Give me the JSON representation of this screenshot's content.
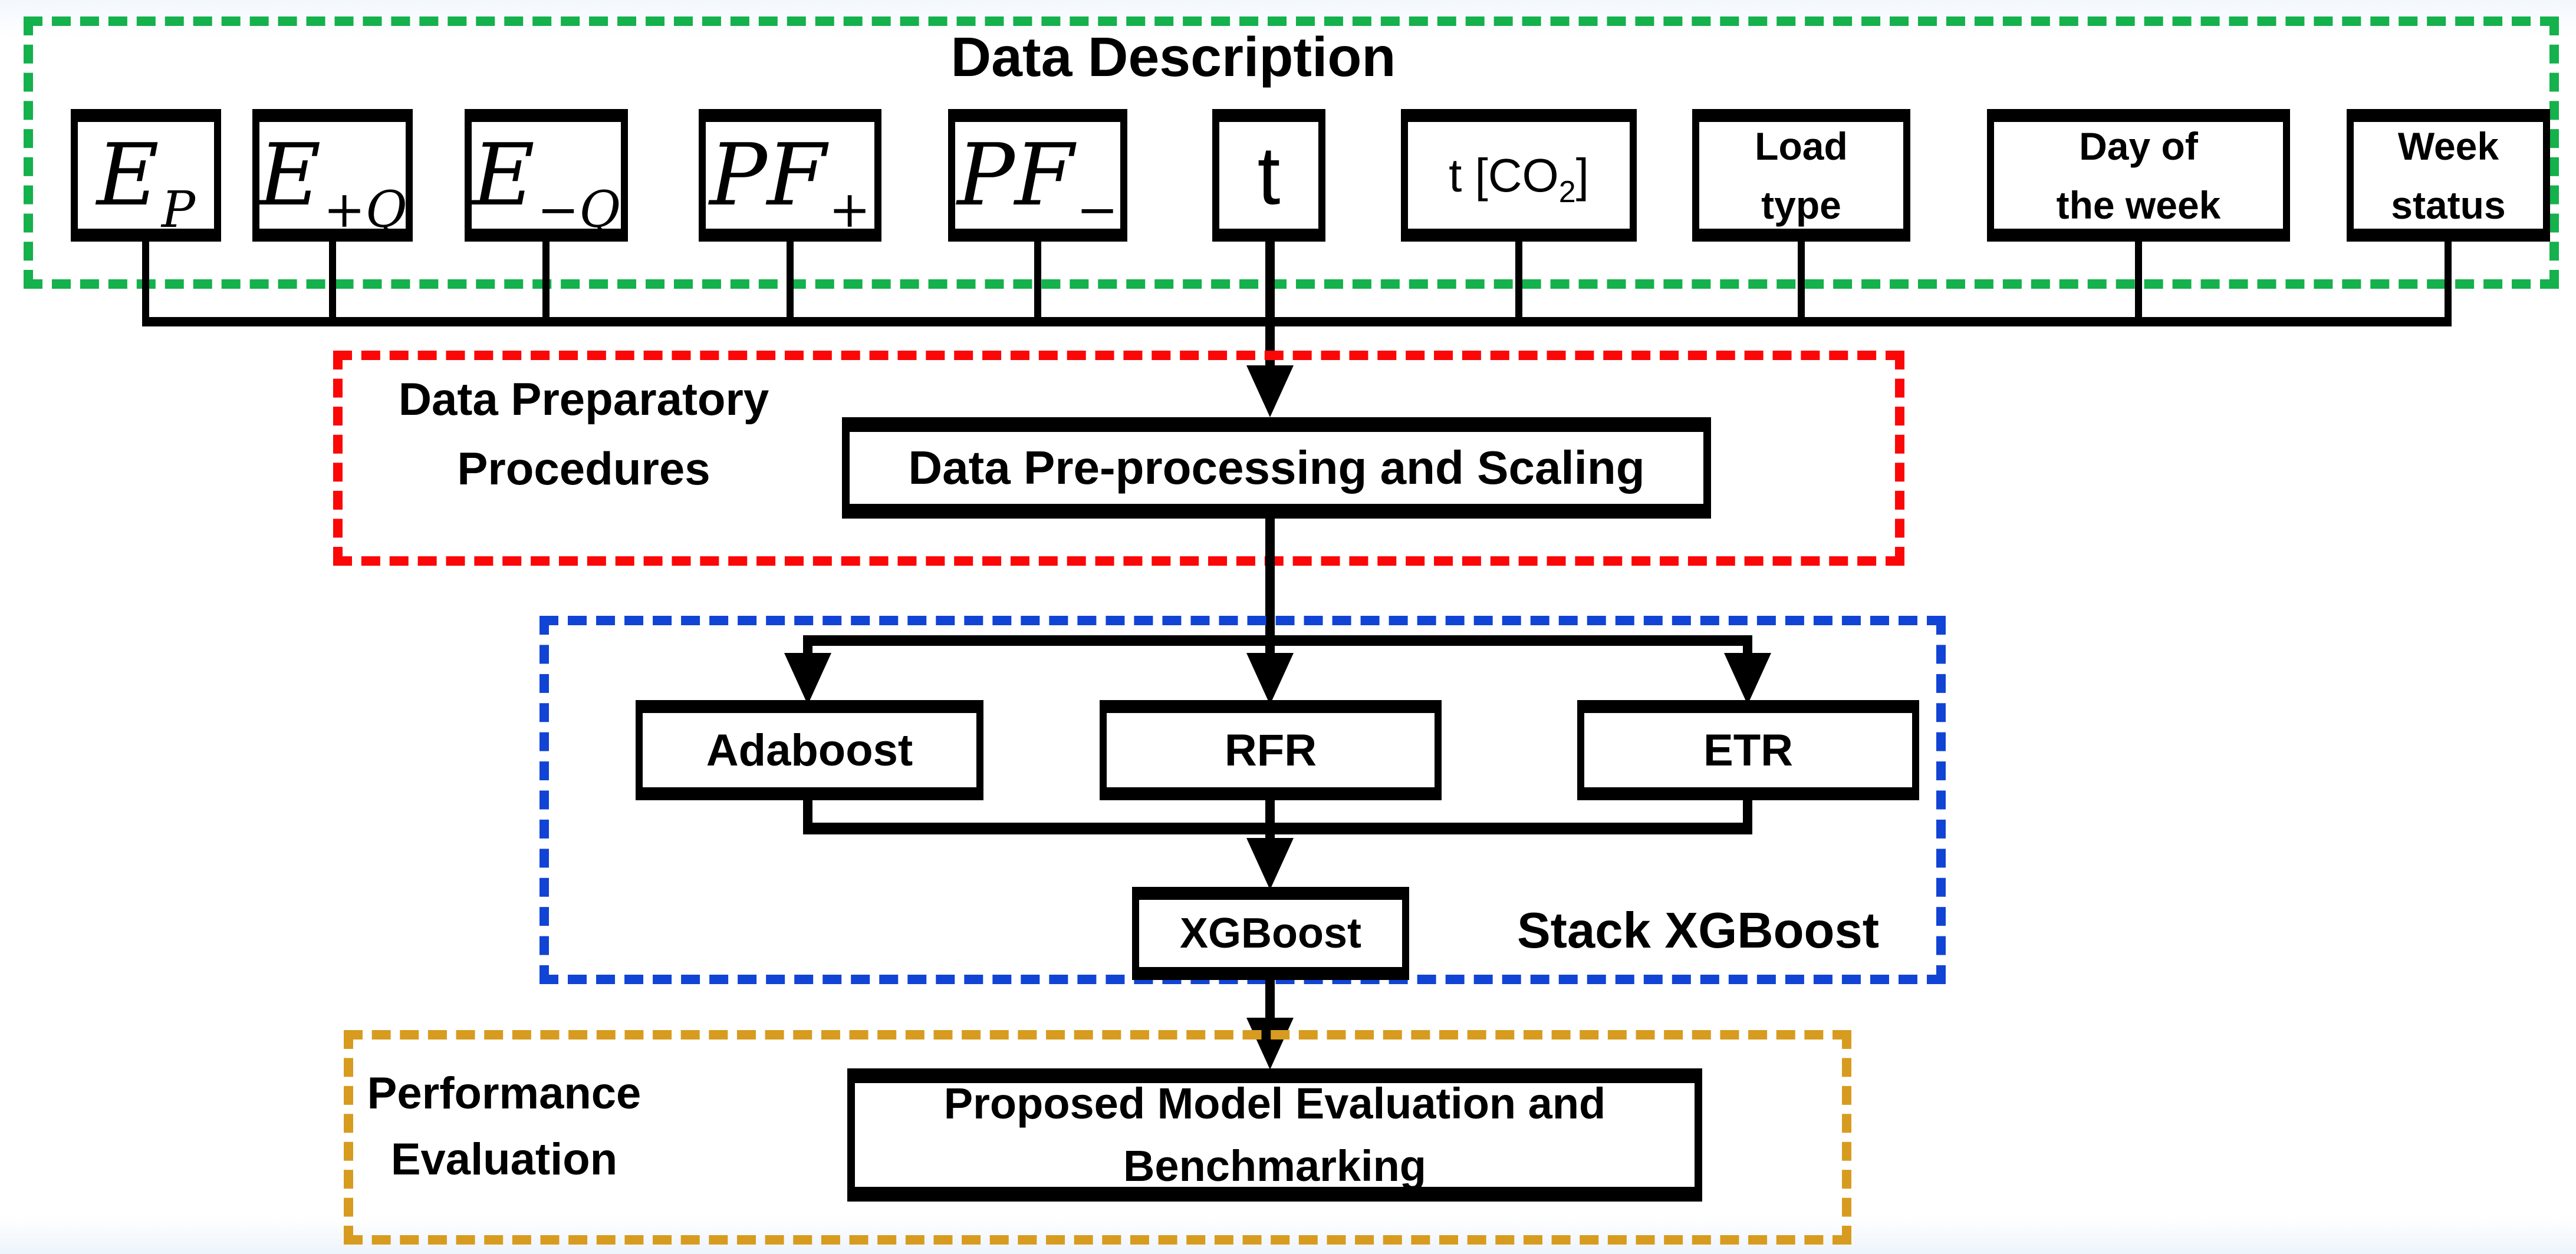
{
  "colors": {
    "green": "#14b14c",
    "red": "#fb0707",
    "blue": "#1144d4",
    "orange": "#d79c1f",
    "line": "#000000"
  },
  "sections": {
    "data_description": {
      "title": "Data Description"
    },
    "data_preparatory": {
      "line1": "Data Preparatory",
      "line2": "Procedures"
    },
    "stack_xgboost": {
      "label": "Stack XGBoost"
    },
    "performance_evaluation": {
      "line1": "Performance",
      "line2": "Evaluation"
    }
  },
  "features": [
    {
      "main": "E",
      "sub": "P"
    },
    {
      "main": "E",
      "sub": "+Q"
    },
    {
      "main": "E",
      "sub": "−Q"
    },
    {
      "main": "PF",
      "sub": "+"
    },
    {
      "main": "PF",
      "sub": "−"
    },
    {
      "text": "t"
    },
    {
      "pre": "t [CO",
      "sub": "2",
      "post": "]"
    },
    {
      "line1": "Load",
      "line2": "type"
    },
    {
      "line1": "Day of",
      "line2": "the week"
    },
    {
      "line1": "Week",
      "line2": "status"
    }
  ],
  "process": {
    "preprocessing": "Data Pre-processing and Scaling",
    "models": [
      "Adaboost",
      "RFR",
      "ETR"
    ],
    "meta_model": "XGBoost",
    "evaluation_line1": "Proposed Model Evaluation and",
    "evaluation_line2": "Benchmarking"
  }
}
